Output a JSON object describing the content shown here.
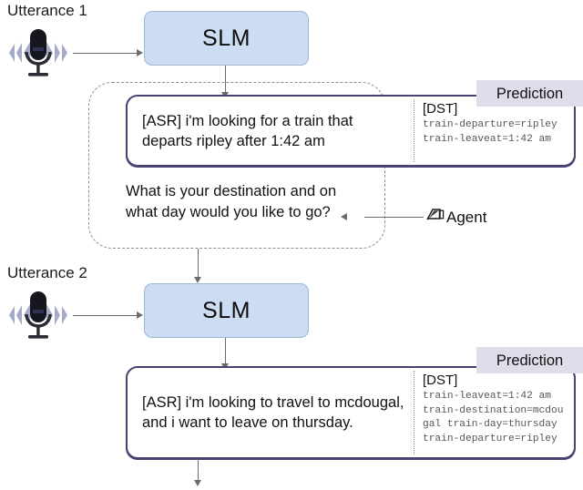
{
  "diagram": {
    "title": "SLM dialogue state tracking flow",
    "colors": {
      "slm_fill": "#ccdcf2",
      "slm_stroke": "#9fb6d6",
      "card_stroke": "#4a4272",
      "badge_fill": "#e1dcea",
      "dashed_stroke": "#8e8e96",
      "arrow": "#6b6b6b",
      "mono_text": "#55555c"
    }
  },
  "turn1": {
    "utterance_label": "Utterance 1",
    "mic_icon": "microphone-icon",
    "slm_label": "SLM",
    "asr_text": "[ASR] i'm looking for a train that departs ripley after 1:42 am",
    "dst_header": "[DST]",
    "dst_lines": "train-departure=ripley\ntrain-leaveat=1:42 am",
    "prediction_badge": "Prediction",
    "agent_reply": "What is your destination and on what day would you like to go?",
    "agent_label": "Agent",
    "agent_icon": "agent-icon"
  },
  "turn2": {
    "utterance_label": "Utterance 2",
    "mic_icon": "microphone-icon",
    "slm_label": "SLM",
    "asr_text": "[ASR] i'm looking to travel to mcdougal, and i want to leave on thursday.",
    "dst_header": "[DST]",
    "dst_lines": "train-leaveat=1:42 am\ntrain-destination=mcdou\ngal train-day=thursday\ntrain-departure=ripley",
    "prediction_badge": "Prediction"
  }
}
